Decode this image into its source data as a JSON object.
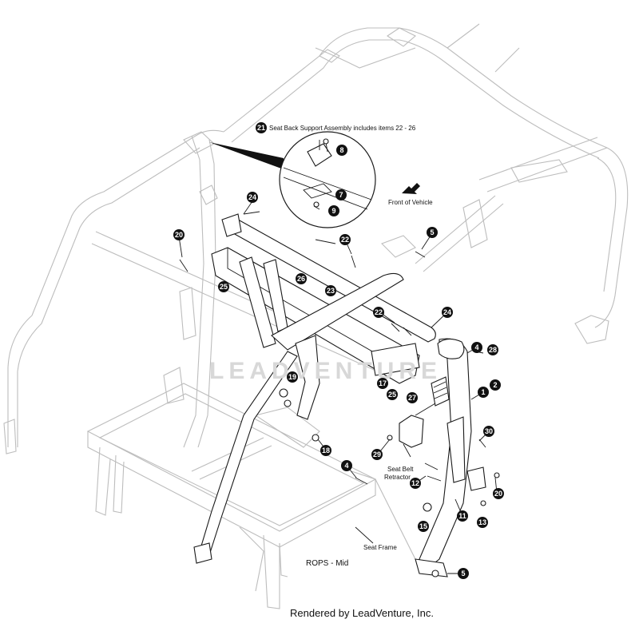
{
  "colors": {
    "ink": "#111111",
    "ghost": "#bdbdbd",
    "watermark": "#d8d8d8",
    "background": "#ffffff"
  },
  "assembly_note": {
    "callout": "21",
    "text": "Seat Back Support Assembly includes items 22 - 26"
  },
  "direction_label": "Front of Vehicle",
  "watermark": "LEADVENTURE",
  "labels": {
    "seat_belt_retractor_line1": "Seat Belt",
    "seat_belt_retractor_line2": "Retractor",
    "seat_frame": "Seat Frame",
    "rops": "ROPS - Mid"
  },
  "footer": "Rendered by LeadVenture, Inc.",
  "callouts": [
    "8",
    "7",
    "9",
    "24",
    "20",
    "22",
    "5",
    "25",
    "26",
    "23",
    "22",
    "24",
    "4",
    "28",
    "2",
    "1",
    "17",
    "25",
    "27",
    "19",
    "30",
    "18",
    "29",
    "4",
    "12",
    "20",
    "11",
    "13",
    "15",
    "5"
  ]
}
